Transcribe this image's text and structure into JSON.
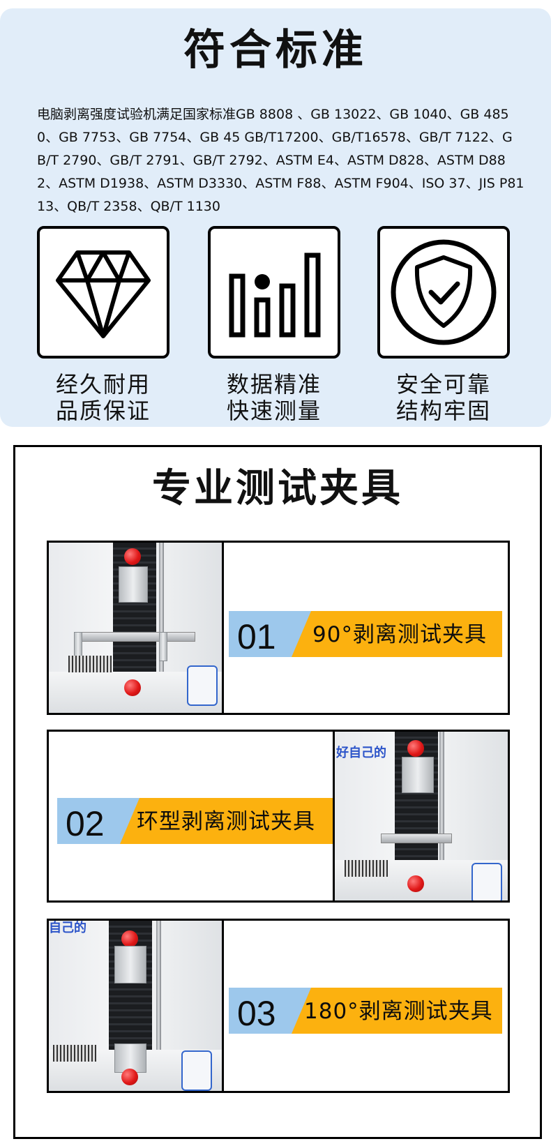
{
  "standards": {
    "title": "符合标准",
    "text": "电脑剥离强度试验机满足国家标准GB 8808 、GB 13022、GB 1040、GB 4850、GB 7753、GB 7754、GB 45 GB/T17200、GB/T16578、GB/T 7122、GB/T 2790、GB/T 2791、GB/T 2792、ASTM E4、ASTM D828、ASTM D882、ASTM D1938、ASTM D3330、ASTM F88、ASTM F904、ISO 37、JIS P8113、QB/T 2358、QB/T 1130",
    "features": [
      {
        "icon": "diamond-icon",
        "line1": "经久耐用",
        "line2": "品质保证"
      },
      {
        "icon": "bar-chart-icon",
        "line1": "数据精准",
        "line2": "快速测量"
      },
      {
        "icon": "shield-check-icon",
        "line1": "安全可靠",
        "line2": "结构牢固"
      }
    ]
  },
  "fixtures": {
    "title": "专业测试夹具",
    "items": [
      {
        "number": "01",
        "label": "90°剥离测试夹具"
      },
      {
        "number": "02",
        "label": "环型剥离测试夹具",
        "photo_text": "好自己的"
      },
      {
        "number": "03",
        "label": "180°剥离测试夹具",
        "photo_text": "自己的"
      }
    ]
  },
  "colors": {
    "top_bg": "#e1edf9",
    "number_bg": "#9dc8ec",
    "label_bg": "#fcb10f"
  }
}
